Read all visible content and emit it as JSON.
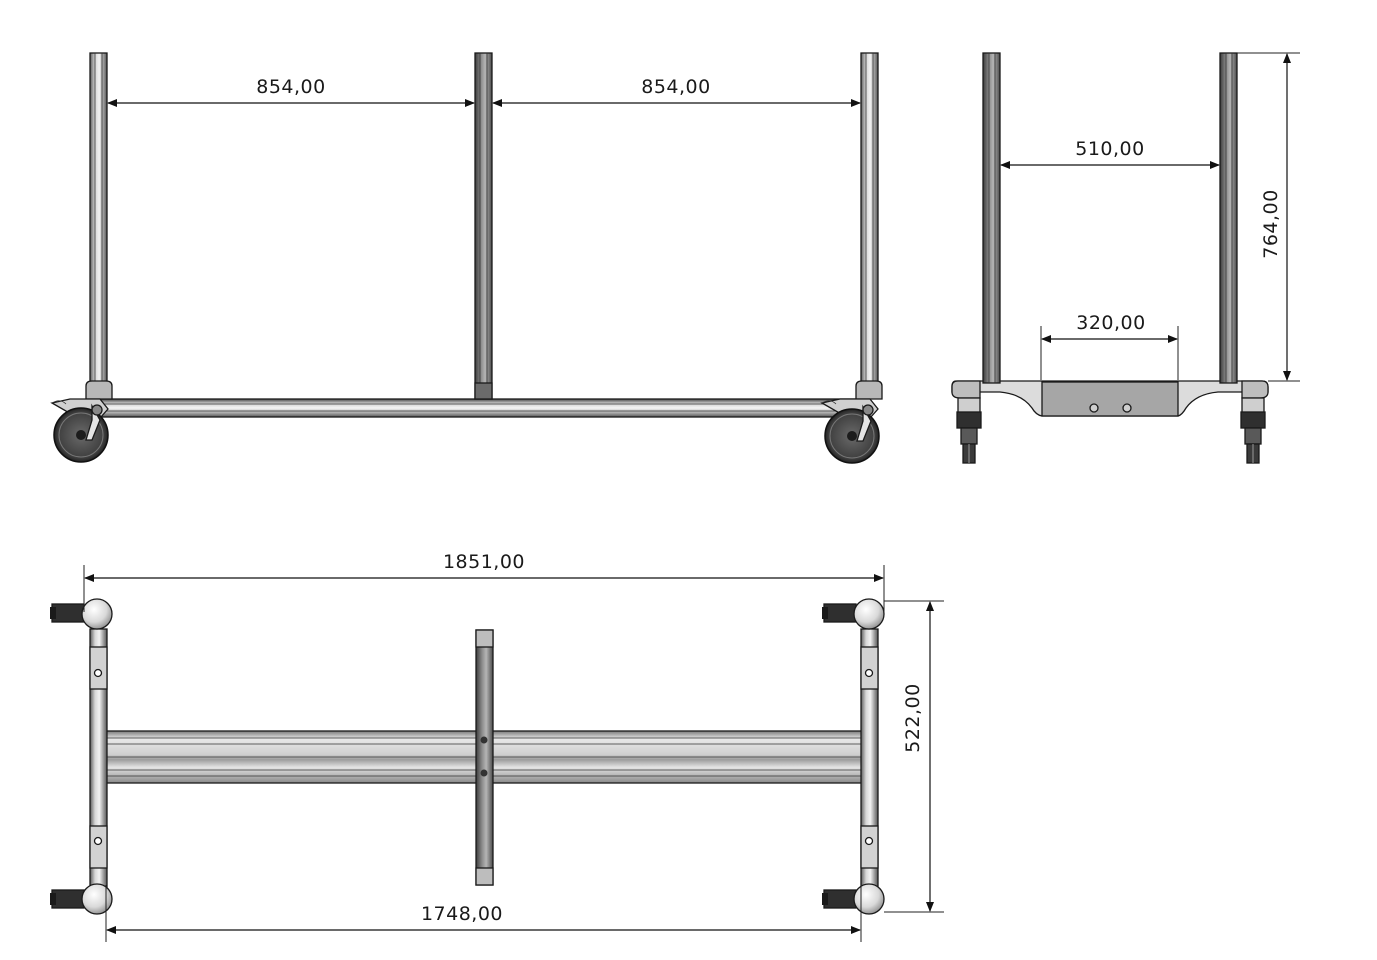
{
  "dimensions": {
    "front_left_span": "854,00",
    "front_right_span": "854,00",
    "side_upright_span": "510,00",
    "side_center_block": "320,00",
    "side_height": "764,00",
    "top_overall_length": "1851,00",
    "top_inner_length": "1748,00",
    "top_overall_width": "522,00"
  },
  "colors": {
    "line": "#1a1a1a",
    "profile_light": "#e6e6e6",
    "profile_mid": "#bdbdbd",
    "profile_dark": "#6e6e6e",
    "wheel": "#4a4a4a",
    "caster_black": "#2b2b2b"
  }
}
